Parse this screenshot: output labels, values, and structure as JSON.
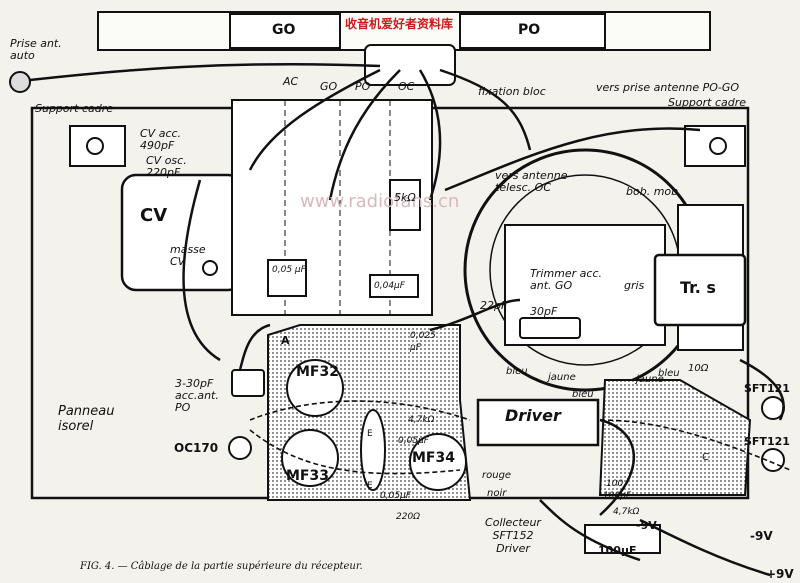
{
  "watermark": "收音机爱好者资料库",
  "caption": "FIG. 4. — Câblage de la partie supérieure du récepteur.",
  "labels": {
    "go_bar": "GO",
    "po_bar": "PO",
    "prise_ant_auto": "Prise ant. auto",
    "support_cadre_left": "Support cadre",
    "support_cadre_right": "Support cadre",
    "cv_acc": "CV acc. 490pF",
    "cv_osc": "CV osc. 220pF",
    "cv": "CV",
    "masse_cv": "masse CV",
    "ac": "AC",
    "go": "GO",
    "po": "PO",
    "oc": "OC",
    "fixation_bloc": "fixation bloc",
    "vers_prise_antenne": "vers prise antenne PO-GO",
    "vers_antenne_telesc": "vers antenne télesc. OC",
    "bob_mob": "bob. mob",
    "res_5k": "5kΩ",
    "cap_005": "0,05 µF",
    "cap_004": "0,04µF",
    "cap_22pf": "22pF",
    "trimmer": "Trimmer acc. ant. GO",
    "cap_30pf": "30pF",
    "trs": "Tr. s",
    "gris": "gris",
    "marker_a": "A",
    "cap_0025": "0,025 µF",
    "mf32": "MF32",
    "mf33": "MF33",
    "mf34": "MF34",
    "trim_330": "3-30pF acc.ant. PO",
    "panneau_isorel": "Panneau isorel",
    "oc170": "OC170",
    "res_470": "4,7kΩ",
    "cap_005b": "0,05µF",
    "cap_005c": "0,05µF",
    "res_220": "220Ω",
    "driver": "Driver",
    "bleu1": "bleu",
    "jaune1": "jaune",
    "bleu2": "bleu",
    "jaune2": "jaune",
    "bleu3": "bleu",
    "rouge": "rouge",
    "noir": "noir",
    "res_10": "10Ω",
    "sft121a": "SFT121",
    "sft121b": "SFT121",
    "collecteur": "Collecteur SFT152 Driver",
    "cap_100pf": "100pF",
    "cap_100uf": "100µF",
    "minus9v_a": "-9V",
    "minus9v_b": "-9V",
    "plus9v": "+9V",
    "res_100": "100",
    "res_47": "4,7kΩ",
    "letter_e1": "E",
    "letter_e2": "E",
    "letter_c": "C",
    "watermark_site": "www.radiofans.cn"
  }
}
